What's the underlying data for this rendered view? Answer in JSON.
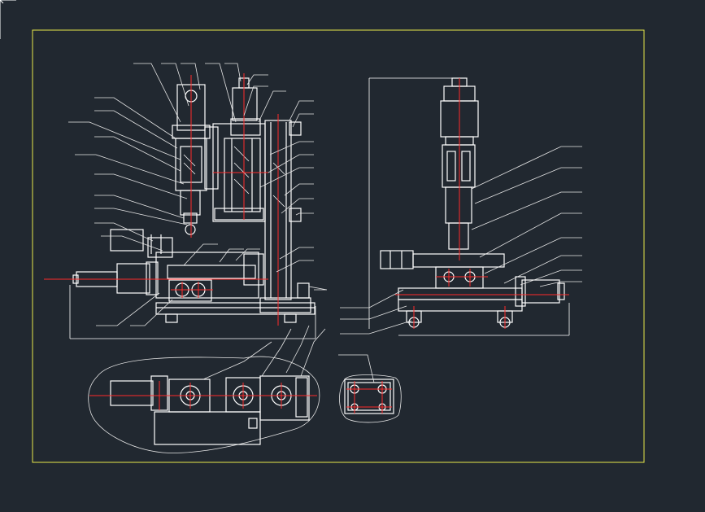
{
  "app": {
    "kind": "cad-viewport",
    "background": "#212830"
  },
  "colors": {
    "frame": "#e8e84a",
    "outline": "#ffffff",
    "centerline": "#ff2a2a",
    "leader": "#e6e6e6"
  },
  "drawing": {
    "views": [
      "front-section-view",
      "side-view",
      "plan-view",
      "detail-view"
    ],
    "leader_count_front": 28,
    "leader_count_side": 12
  }
}
